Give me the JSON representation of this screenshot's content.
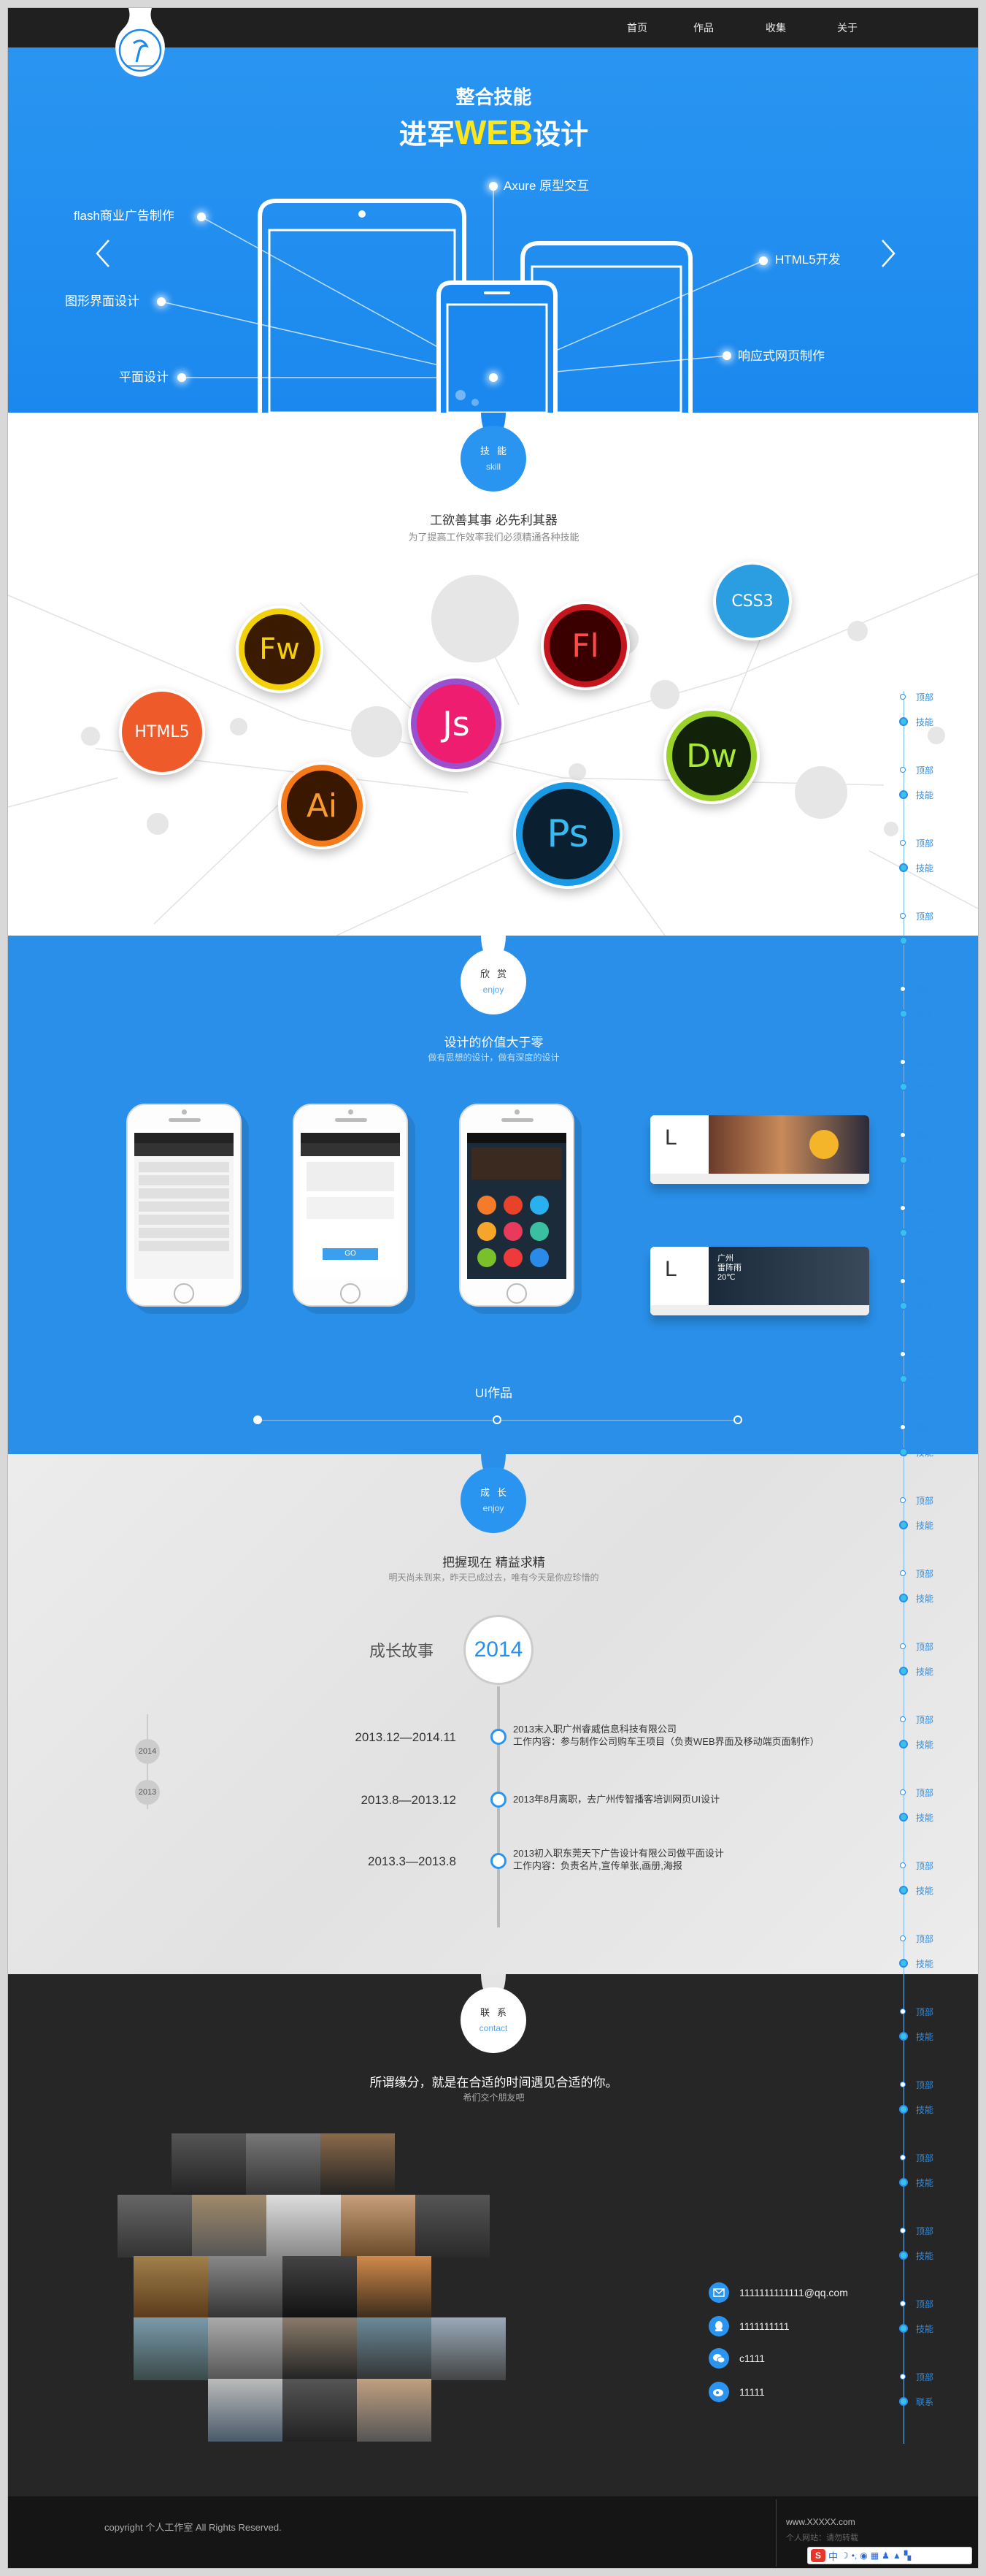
{
  "nav": {
    "items": [
      "首页",
      "作品",
      "收集",
      "关于"
    ]
  },
  "hero": {
    "title1": "整合技能",
    "title2a": "进军",
    "title2b": "WEB",
    "title2c": "设计",
    "labels": {
      "flash": "flash商业广告制作",
      "gui": "图形界面设计",
      "flat": "平面设计",
      "axure": "Axure 原型交互",
      "html5": "HTML5开发",
      "responsive": "响应式网页制作"
    }
  },
  "skills": {
    "badge_cn": "技能",
    "badge_en": "skill",
    "heading": "工欲善其事 必先利其器",
    "sub": "为了提高工作效率我们必须精通各种技能",
    "icons": [
      "Fw",
      "Fl",
      "CSS3",
      "HTML5",
      "Js",
      "Dw",
      "Ai",
      "Ps"
    ]
  },
  "works": {
    "badge_cn": "欣赏",
    "badge_en": "enjoy",
    "heading": "设计的价值大于零",
    "sub": "做有思想的设计，做有深度的设计",
    "category": "UI作品",
    "login_btn": "GO",
    "weather_city": "广州",
    "weather_text": "雷阵雨",
    "weather_temp": "20℃"
  },
  "growth": {
    "badge_cn": "成长",
    "badge_en": "enjoy",
    "heading": "把握现在 精益求精",
    "sub": "明天尚未到来，昨天已成过去，唯有今天是你应珍惜的",
    "story": "成长故事",
    "year": "2014",
    "years_side": [
      "2014",
      "2013"
    ],
    "entries": [
      {
        "date": "2013.12—2014.11",
        "l1": "2013末入职广州睿威信息科技有限公司",
        "l2": "工作内容：参与制作公司购车王项目（负责WEB界面及移动端页面制作）"
      },
      {
        "date": "2013.8—2013.12",
        "l1": "2013年8月离职，去广州传智播客培训网页UI设计",
        "l2": ""
      },
      {
        "date": "2013.3—2013.8",
        "l1": "2013初入职东莞天下广告设计有限公司做平面设计",
        "l2": "工作内容：负责名片,宣传单张,画册,海报"
      }
    ]
  },
  "contact": {
    "badge_cn": "联系",
    "badge_en": "contact",
    "heading": "所谓缘分，就是在合适的时间遇见合适的你。",
    "sub": "希们交个朋友吧",
    "email": "1111111111111@qq.com",
    "qq": "1111111111",
    "wechat": "c1111",
    "weibo": "11111"
  },
  "footer": {
    "copyright": "copyright 个人工作室 All Rights Reserved.",
    "url": "www.XXXXX.com",
    "note": "个人网站：请勿转载"
  },
  "sidenav": {
    "top": "顶部",
    "skill": "技能",
    "contact": "联系"
  },
  "ime": "中"
}
